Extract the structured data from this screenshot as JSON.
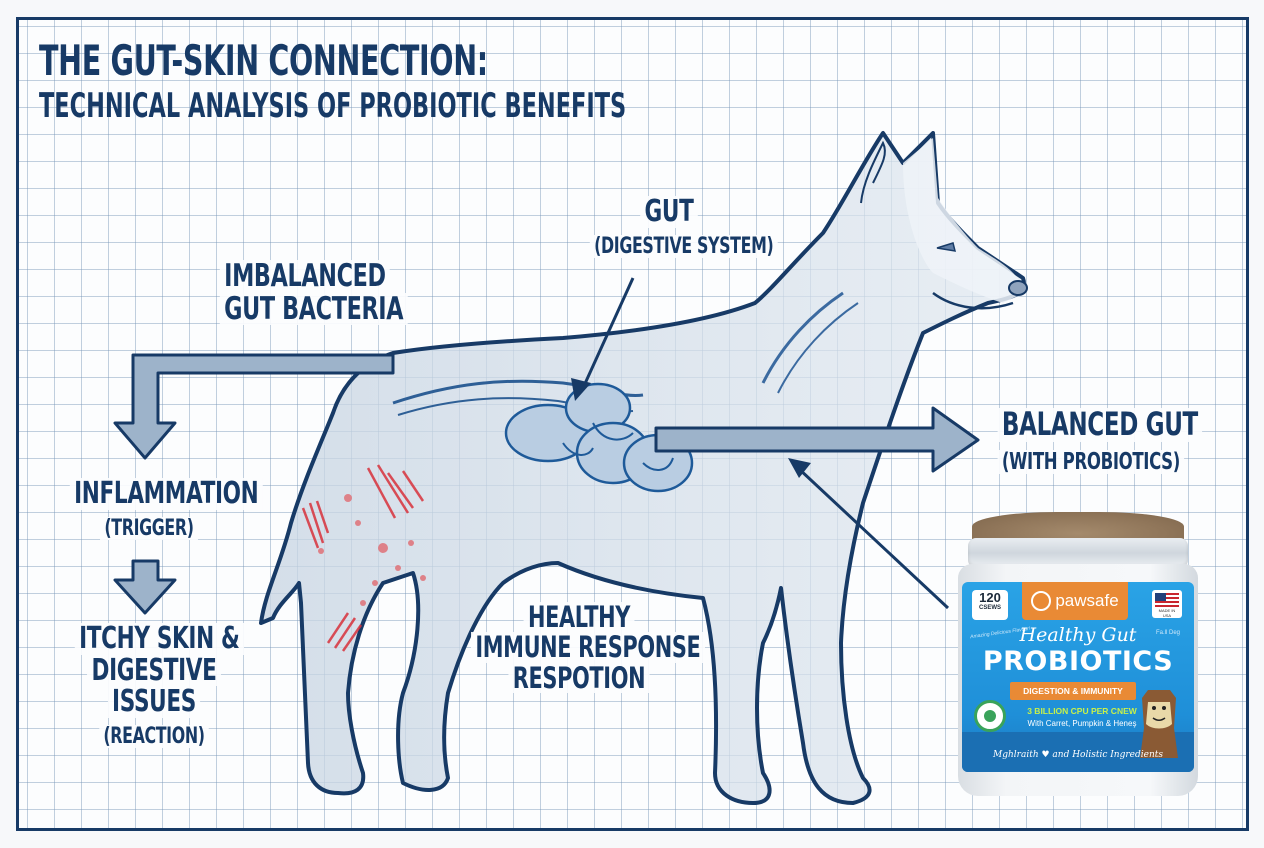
{
  "title": {
    "main": "THE GUT-SKIN CONNECTION:",
    "subtitle": "TECHNICAL ANALYSIS OF PROBIOTIC BENEFITS"
  },
  "labels": {
    "gut": {
      "line1": "GUT",
      "line2": "(DIGESTIVE SYSTEM)"
    },
    "imbalanced": {
      "line1": "IMBALANCED",
      "line2": "GUT BACTERIA"
    },
    "inflammation": {
      "line1": "INFLAMMATION",
      "line2": "(TRIGGER)"
    },
    "itchy": {
      "line1": "ITCHY SKIN &",
      "line2": "DIGESTIVE",
      "line3": "ISSUES",
      "line4": "(REACTION)"
    },
    "healthy": {
      "line1": "HEALTHY",
      "line2": "IMMUNE RESPONSE",
      "line3": "RESPOTION"
    },
    "balanced": {
      "line1": "BALANCED GUT",
      "line2": "(WITH PROBIOTICS)"
    }
  },
  "product": {
    "count": "120",
    "count_unit": "CSEWS",
    "brand": "pawsafe",
    "flag_caption": "MADE IN USA",
    "script_title": "Healthy Gut",
    "name": "PROBIOTICS",
    "benefit": "DIGESTION & IMMUNITY",
    "cfu": "3 BILLION CPU PER CNEW",
    "ingredients": "With Carret, Pumpkin & Heneş",
    "footer": "Mghlraith ♥ and Holistic Ingredients",
    "side_note_left": "Amazing Delicious Flavour!",
    "side_note_right": "Fa.ll Deg"
  },
  "icons": {
    "brand_logo": "dog-cat-silhouette-icon",
    "flag": "us-flag-icon",
    "seal": "paw-seal-icon",
    "mascot": "dog-mascot-icon",
    "arrows": [
      "down-arrow-icon",
      "right-arrow-icon",
      "pointer-arrow-icon"
    ]
  },
  "colors": {
    "ink": "#173a66",
    "grid": "#b7c8da",
    "arrow_fill": "#9db3ca",
    "dog_fill": "#c9d6e4",
    "irritation": "#d8323c",
    "jar_blue": "#1f8fd8",
    "jar_orange": "#e98a35"
  }
}
